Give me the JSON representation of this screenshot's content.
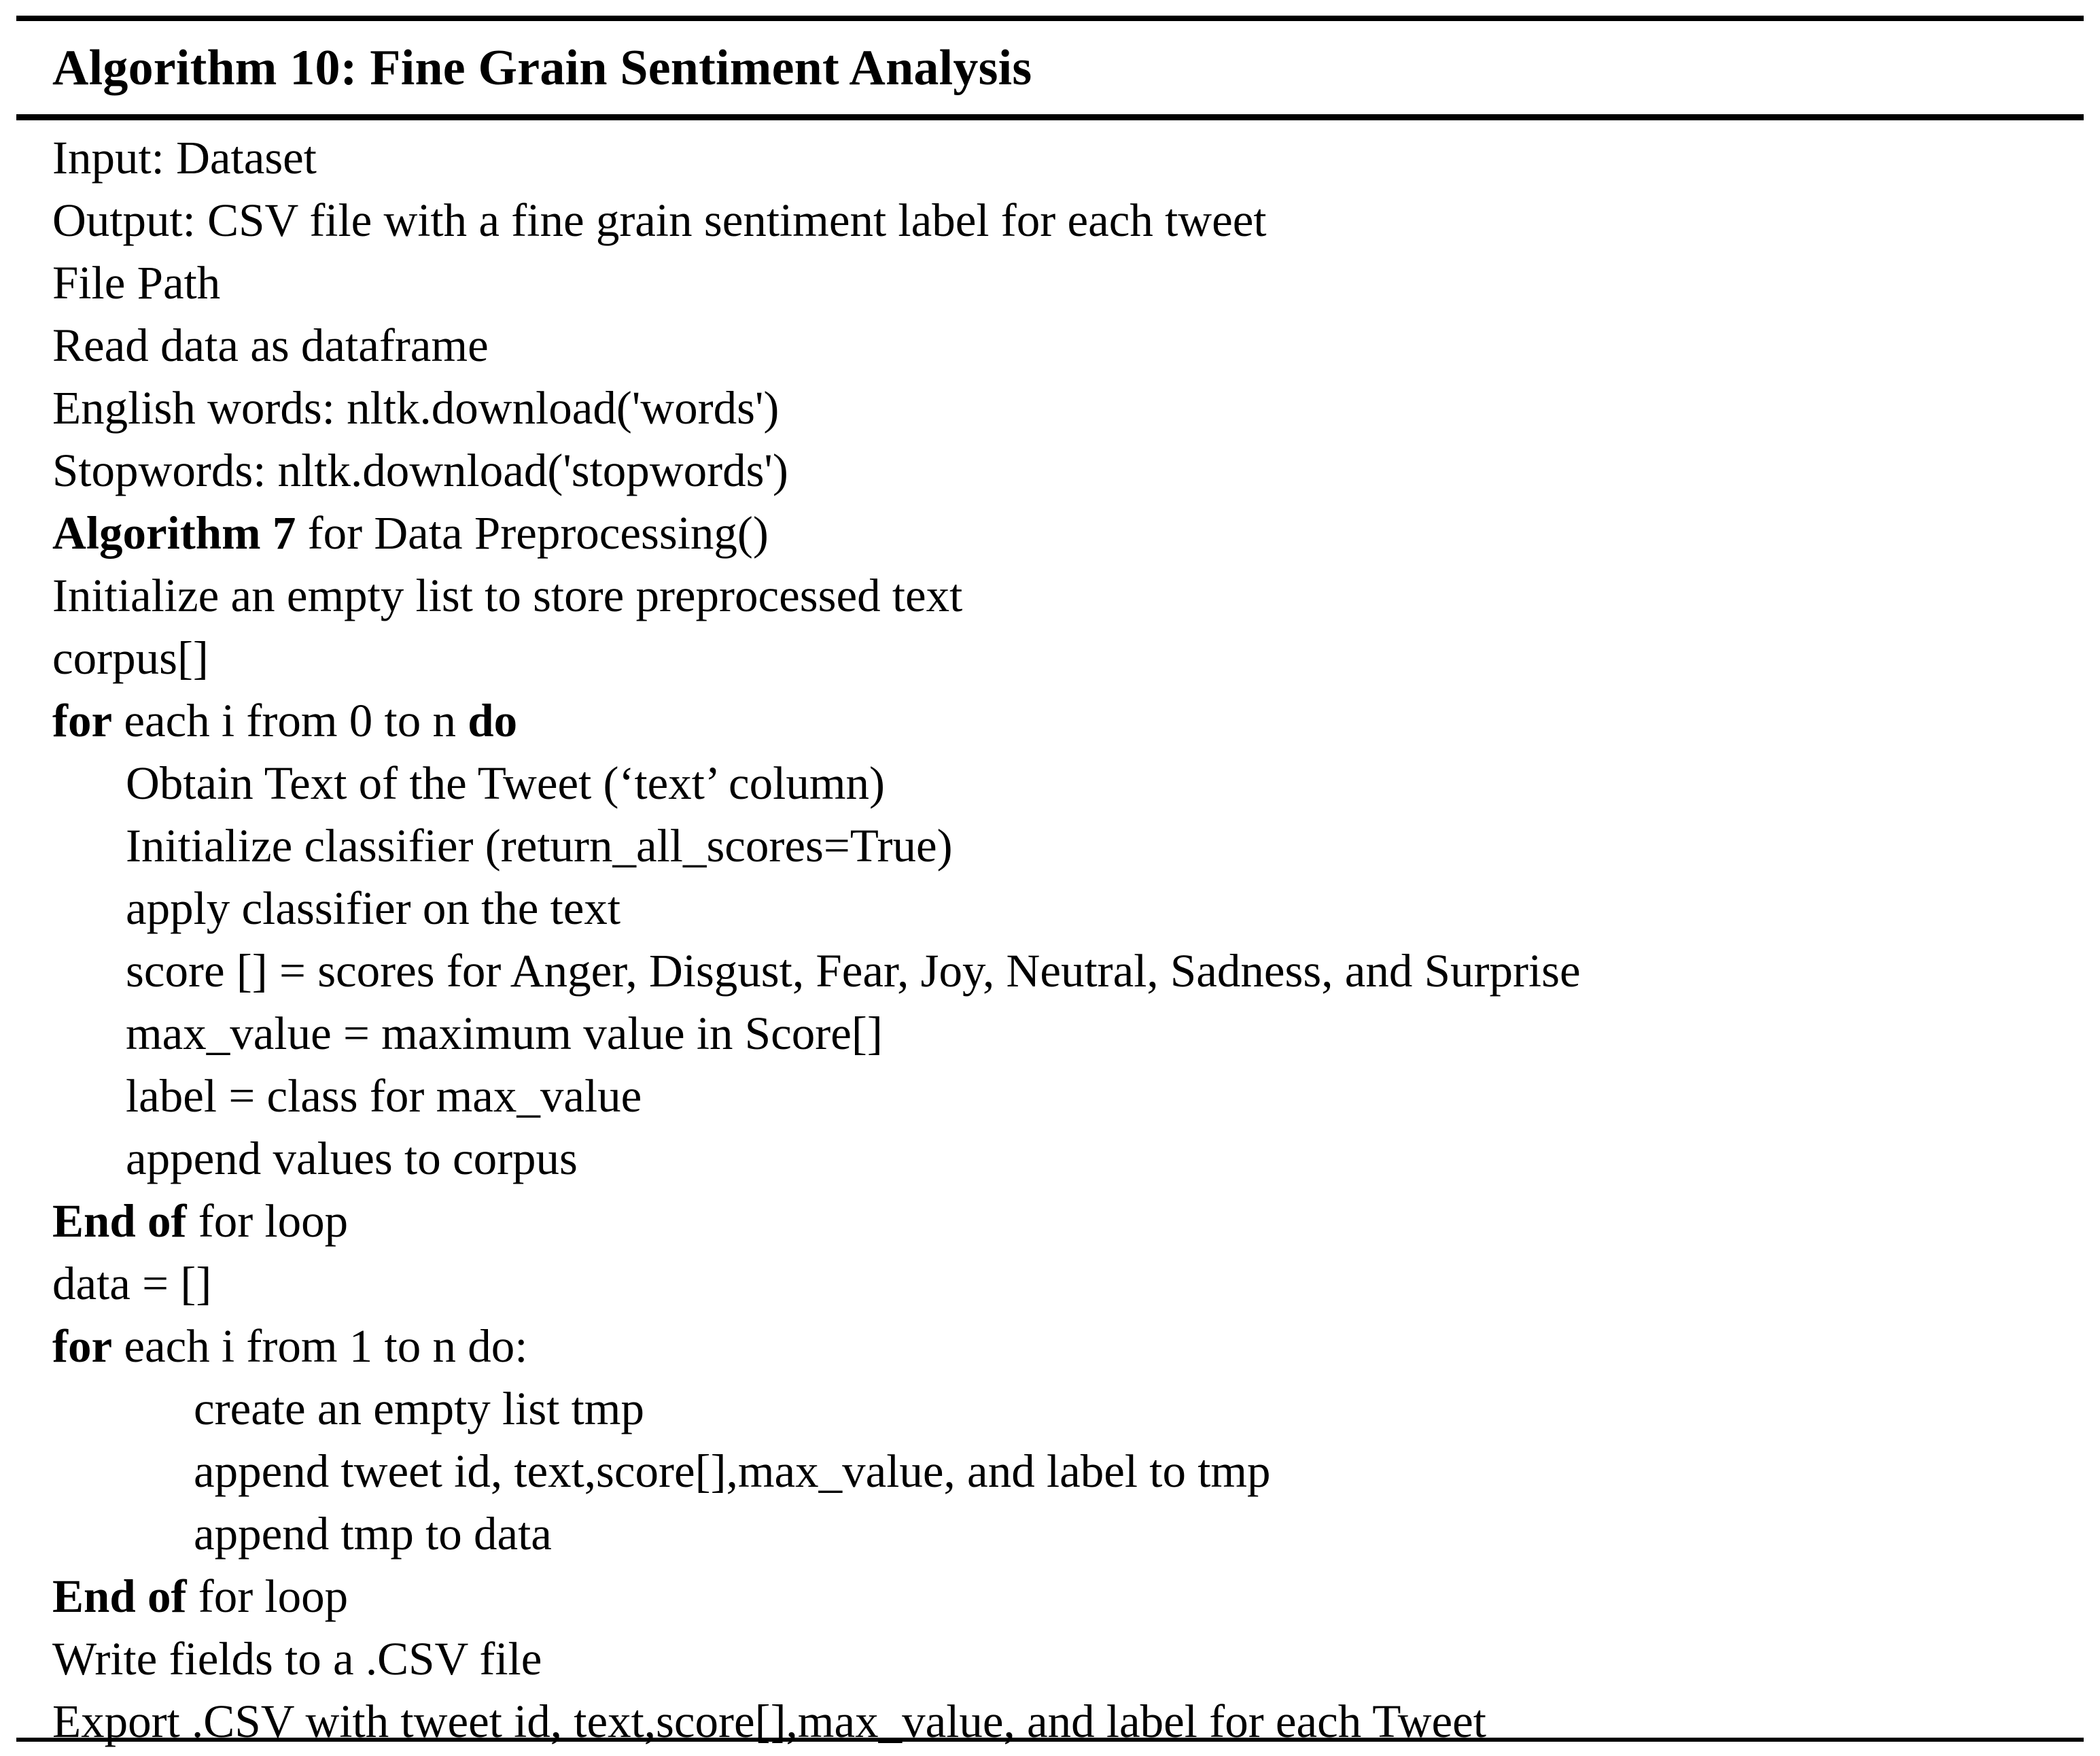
{
  "document": {
    "kind": "algorithm-pseudocode-block",
    "title": "Algorithm 10: Fine Grain Sentiment Analysis",
    "background_color": "#ffffff",
    "text_color": "#000000",
    "rules": {
      "top": "thick",
      "middle": "thick",
      "bottom": "thin"
    }
  },
  "lines": [
    {
      "indent": 0,
      "segments": [
        {
          "text": "Input: Dataset",
          "bold": false
        }
      ]
    },
    {
      "indent": 0,
      "segments": [
        {
          "text": "Output: CSV file with a fine grain sentiment label for each tweet",
          "bold": false
        }
      ]
    },
    {
      "indent": 0,
      "segments": [
        {
          "text": "File Path",
          "bold": false
        }
      ]
    },
    {
      "indent": 0,
      "segments": [
        {
          "text": "Read data as dataframe",
          "bold": false
        }
      ]
    },
    {
      "indent": 0,
      "segments": [
        {
          "text": "English words: nltk.download('words')",
          "bold": false
        }
      ]
    },
    {
      "indent": 0,
      "segments": [
        {
          "text": "Stopwords: nltk.download('stopwords')",
          "bold": false
        }
      ]
    },
    {
      "indent": 0,
      "segments": [
        {
          "text": "Algorithm 7",
          "bold": true
        },
        {
          "text": " for Data Preprocessing()",
          "bold": false
        }
      ]
    },
    {
      "indent": 0,
      "segments": [
        {
          "text": "Initialize an empty list to store preprocessed text",
          "bold": false
        }
      ]
    },
    {
      "indent": 0,
      "segments": [
        {
          "text": "corpus[]",
          "bold": false
        }
      ]
    },
    {
      "indent": 0,
      "segments": [
        {
          "text": "for",
          "bold": true
        },
        {
          "text": " each i from 0 to n ",
          "bold": false
        },
        {
          "text": "do",
          "bold": true
        }
      ]
    },
    {
      "indent": 1,
      "segments": [
        {
          "text": "Obtain Text of the Tweet (‘text’ column)",
          "bold": false
        }
      ]
    },
    {
      "indent": 1,
      "segments": [
        {
          "text": "Initialize classifier (return_all_scores=True)",
          "bold": false
        }
      ]
    },
    {
      "indent": 1,
      "segments": [
        {
          "text": "apply classifier on the text",
          "bold": false
        }
      ]
    },
    {
      "indent": 1,
      "segments": [
        {
          "text": "score [] = scores for Anger, Disgust, Fear, Joy, Neutral, Sadness, and Surprise",
          "bold": false
        }
      ]
    },
    {
      "indent": 1,
      "segments": [
        {
          "text": "max_value = maximum value in Score[]",
          "bold": false
        }
      ]
    },
    {
      "indent": 1,
      "segments": [
        {
          "text": "label = class for max_value",
          "bold": false
        }
      ]
    },
    {
      "indent": 1,
      "segments": [
        {
          "text": "append values to corpus",
          "bold": false
        }
      ]
    },
    {
      "indent": 0,
      "segments": [
        {
          "text": "End of",
          "bold": true
        },
        {
          "text": " for loop",
          "bold": false
        }
      ]
    },
    {
      "indent": 0,
      "segments": [
        {
          "text": "data = []",
          "bold": false
        }
      ]
    },
    {
      "indent": 0,
      "segments": [
        {
          "text": "for",
          "bold": true
        },
        {
          "text": " each i from 1 to n do:",
          "bold": false
        }
      ]
    },
    {
      "indent": 2,
      "segments": [
        {
          "text": "create an empty list tmp",
          "bold": false
        }
      ]
    },
    {
      "indent": 2,
      "segments": [
        {
          "text": "append tweet id, text,score[],max_value, and label to tmp",
          "bold": false
        }
      ]
    },
    {
      "indent": 2,
      "segments": [
        {
          "text": "append tmp to data",
          "bold": false
        }
      ]
    },
    {
      "indent": 0,
      "segments": [
        {
          "text": "End of",
          "bold": true
        },
        {
          "text": " for loop",
          "bold": false
        }
      ]
    },
    {
      "indent": 0,
      "segments": [
        {
          "text": "Write fields to a .CSV file",
          "bold": false
        }
      ]
    },
    {
      "indent": 0,
      "segments": [
        {
          "text": "Export .CSV with tweet id, text,score[],max_value, and label for each Tweet",
          "bold": false
        }
      ]
    }
  ]
}
